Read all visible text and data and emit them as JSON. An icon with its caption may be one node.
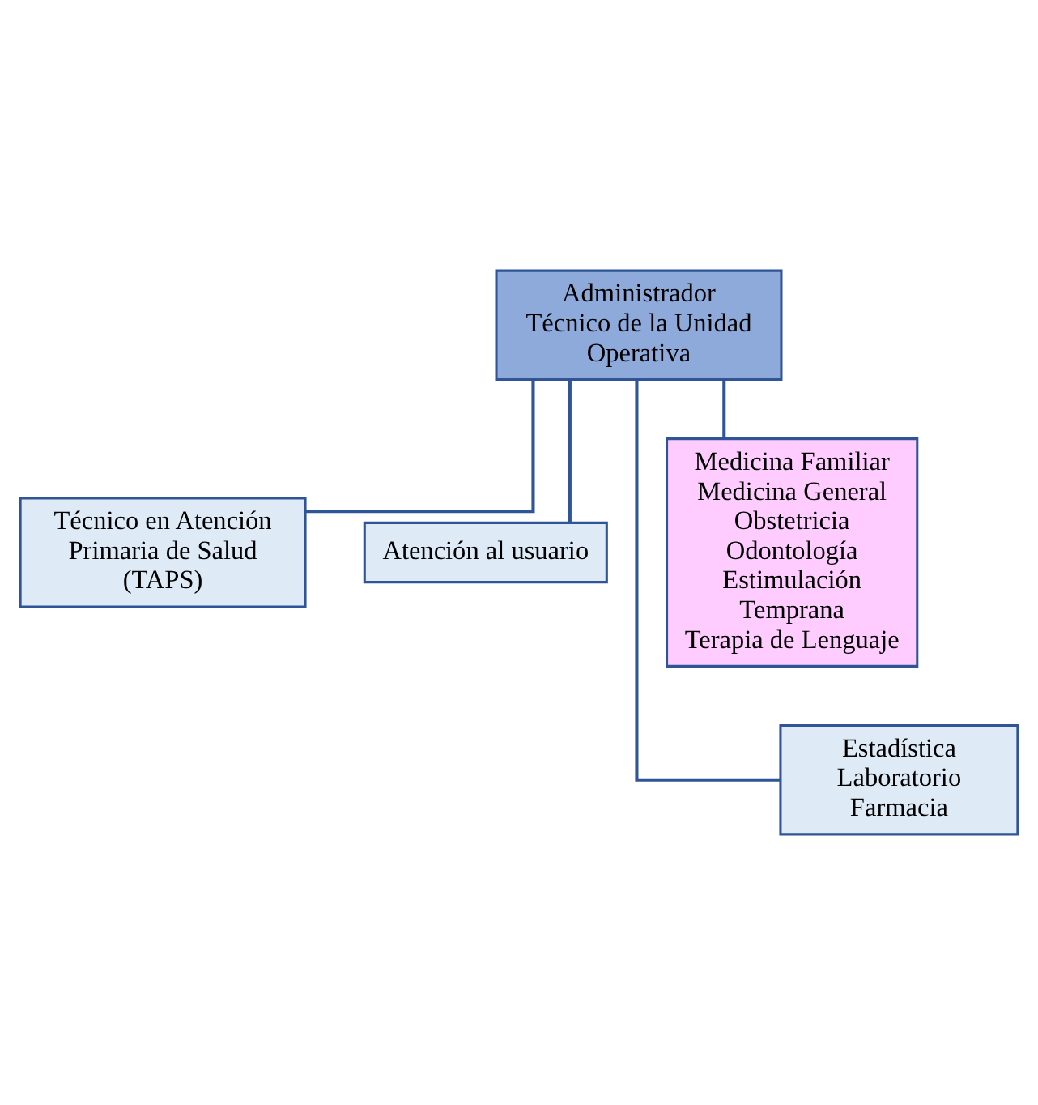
{
  "diagram": {
    "nodes": [
      {
        "text": [
          "Administrador Técnico de la Unidad Operativa"
        ]
      },
      {
        "text": [
          "Técnico en Atención Primaria de Salud (TAPS)"
        ]
      },
      {
        "text": [
          "Atención al usuario"
        ]
      },
      {
        "text": [
          "Medicina Familiar",
          "Medicina General",
          "Obstetricia",
          "Odontología",
          "Estimulación Temprana",
          "Terapia de Lenguaje"
        ]
      },
      {
        "text": [
          "Estadística",
          "Laboratorio",
          "Farmacia"
        ]
      }
    ],
    "edges": [
      {
        "from": 0,
        "to": 1,
        "arrow": "none"
      },
      {
        "from": 0,
        "to": 2,
        "arrow": "none"
      },
      {
        "from": 0,
        "to": 3,
        "arrow": "none"
      },
      {
        "from": 0,
        "to": 4,
        "arrow": "none"
      }
    ]
  }
}
